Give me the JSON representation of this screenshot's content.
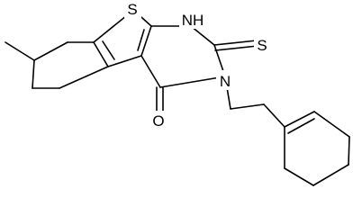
{
  "molecule": {
    "colors": {
      "bond": "#000000",
      "text": "#000000",
      "background": "#ffffff"
    },
    "atom_labels": {
      "ring_sulfur": "S",
      "nh": "NH",
      "thione_sulfur": "S",
      "ring_nitrogen": "N",
      "carbonyl_oxygen": "O"
    }
  }
}
